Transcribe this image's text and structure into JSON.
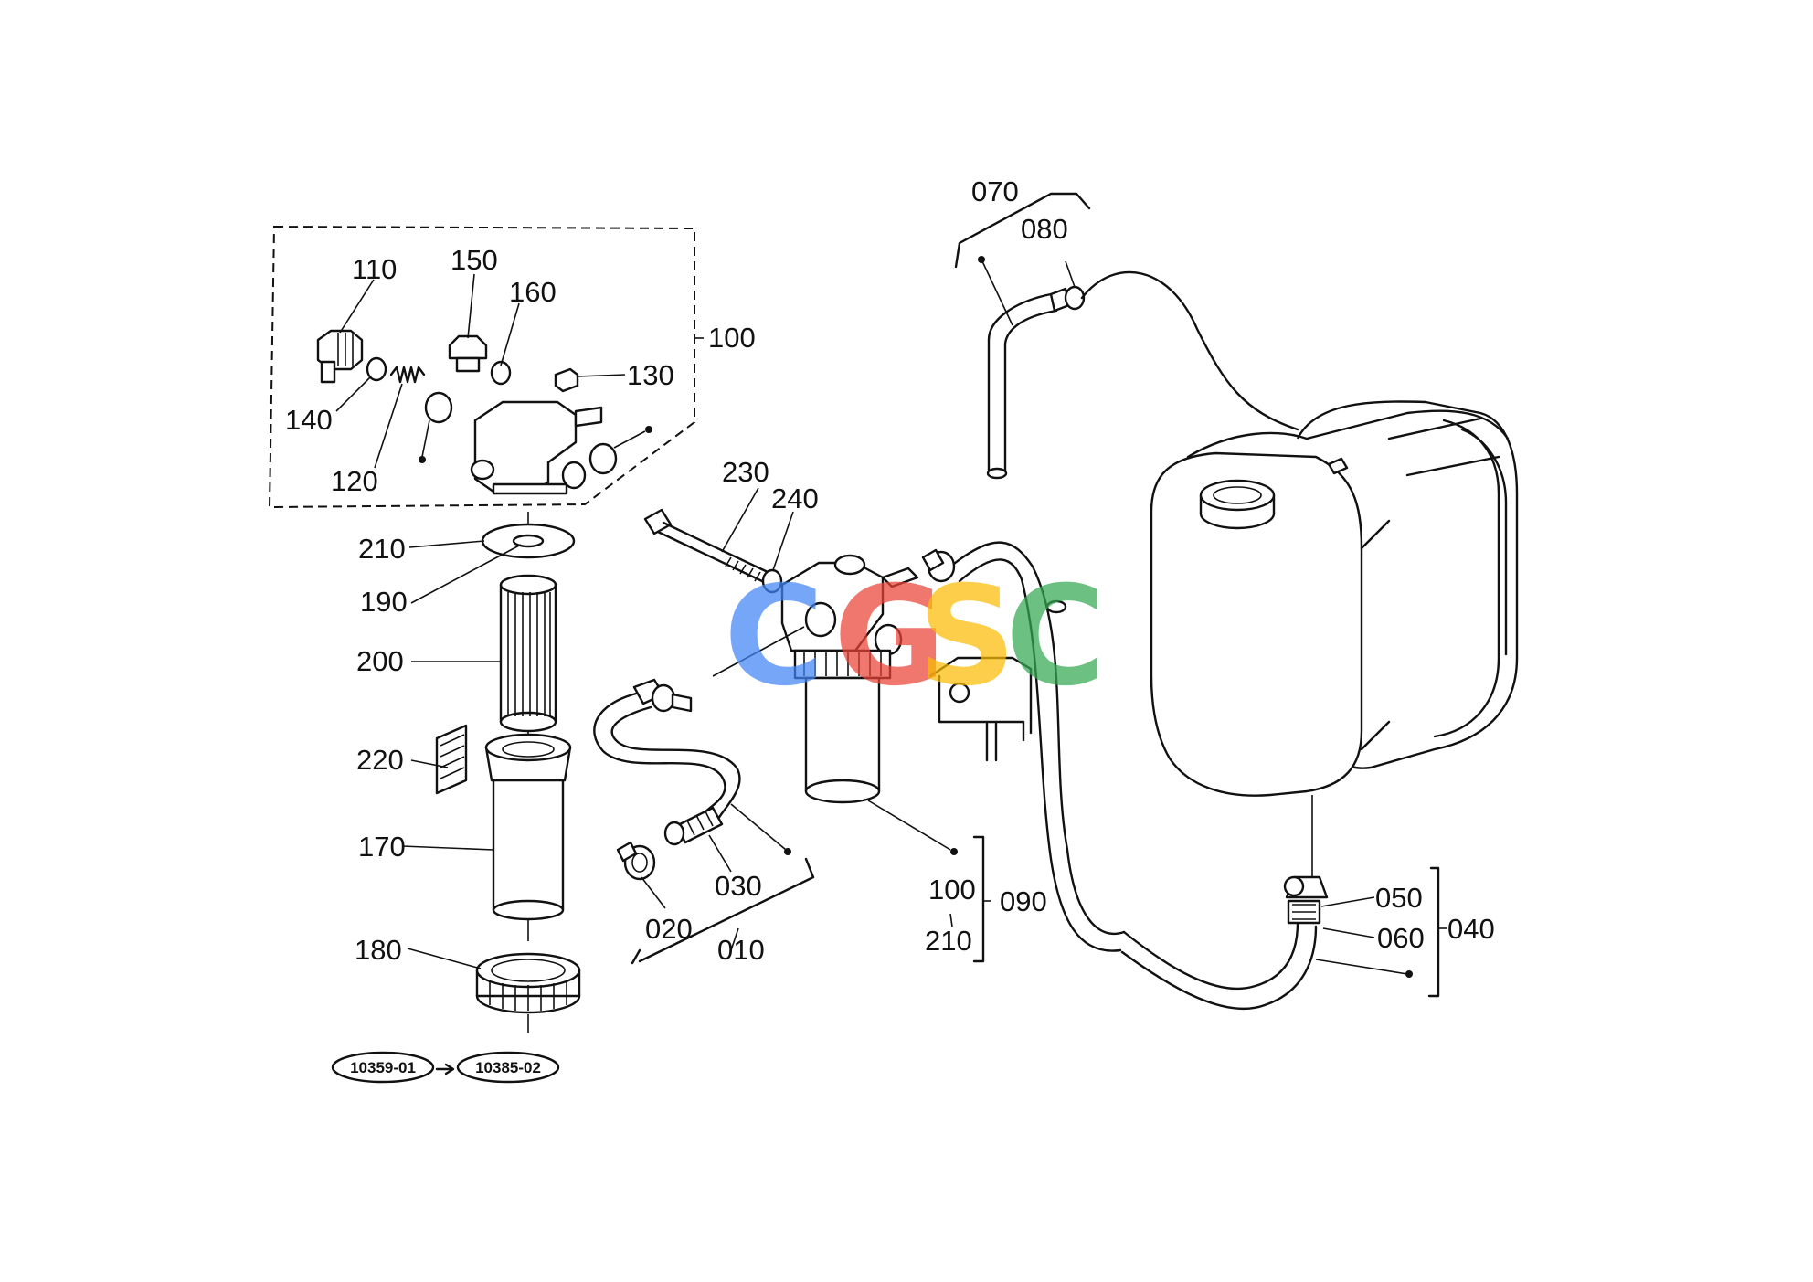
{
  "labels": {
    "p010": "010",
    "p020": "020",
    "p030": "030",
    "p040": "040",
    "p050": "050",
    "p060": "060",
    "p070": "070",
    "p080": "080",
    "p090": "090",
    "p100a": "100",
    "p100b": "100",
    "p110": "110",
    "p120": "120",
    "p130": "130",
    "p140": "140",
    "p150": "150",
    "p160": "160",
    "p170": "170",
    "p180": "180",
    "p190": "190",
    "p200": "200",
    "p210a": "210",
    "p210b": "210",
    "p220": "220",
    "p230": "230",
    "p240": "240"
  },
  "serial": {
    "from": "10359-01",
    "to": "10385-02"
  },
  "watermark": {
    "letters": [
      "C",
      "G",
      "S",
      "C"
    ],
    "colors": [
      "#4285F4",
      "#EA4335",
      "#FBBC05",
      "#34A853"
    ]
  }
}
